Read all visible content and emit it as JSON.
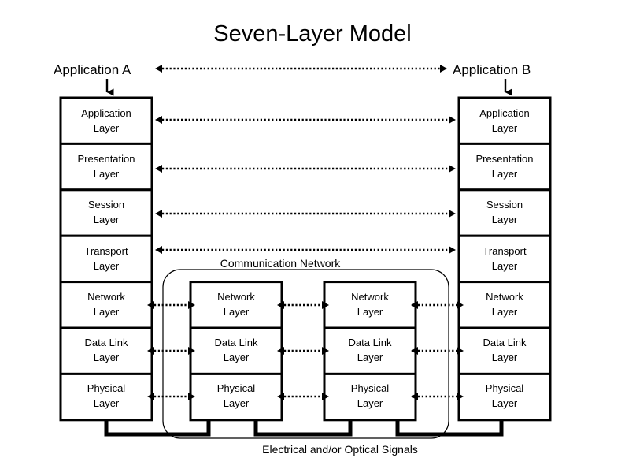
{
  "title": "Seven-Layer Model",
  "endpoints": {
    "left": "Application A",
    "right": "Application B"
  },
  "captions": {
    "communication_network": "Communication Network",
    "signals": "Electrical and/or Optical Signals"
  },
  "colors": {
    "background": "#ffffff",
    "stroke": "#000000",
    "box_fill": "#ffffff"
  },
  "host_stack": {
    "layers": [
      {
        "line1": "Application",
        "line2": "Layer"
      },
      {
        "line1": "Presentation",
        "line2": "Layer"
      },
      {
        "line1": "Session",
        "line2": "Layer"
      },
      {
        "line1": "Transport",
        "line2": "Layer"
      },
      {
        "line1": "Network",
        "line2": "Layer"
      },
      {
        "line1": "Data Link",
        "line2": "Layer"
      },
      {
        "line1": "Physical",
        "line2": "Layer"
      }
    ]
  },
  "network_node_stack": {
    "layers": [
      {
        "line1": "Network",
        "line2": "Layer"
      },
      {
        "line1": "Data Link",
        "line2": "Layer"
      },
      {
        "line1": "Physical",
        "line2": "Layer"
      }
    ]
  },
  "peer_links": {
    "application": "Application Layer peer link",
    "presentation": "Presentation Layer peer link",
    "session": "Session Layer peer link",
    "transport": "Transport Layer peer link"
  },
  "stacks": [
    {
      "id": "host-a",
      "role": "end-system",
      "label": "Application A stack"
    },
    {
      "id": "router-1",
      "role": "intermediate-node",
      "label": "Communication Network node 1"
    },
    {
      "id": "router-2",
      "role": "intermediate-node",
      "label": "Communication Network node 2"
    },
    {
      "id": "host-b",
      "role": "end-system",
      "label": "Application B stack"
    }
  ]
}
